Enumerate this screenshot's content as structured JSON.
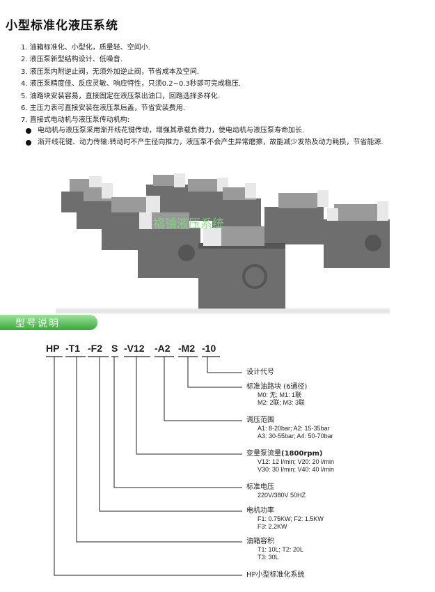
{
  "title": "小型标准化液压系统",
  "features": [
    "1. 油箱标准化、小型化，质量轻、空间小.",
    "2. 液压泵新型结构设计、低噪音.",
    "3. 液压泵内附逆止阀，无须外加逆止阀，节省成本及空间.",
    "4. 液压泵精度佳、反应灵敏、响应特性，只须0.2~0.3秒即可完成稳压.",
    "5. 油路块安装容易，直接固定在液压泵出油口，回路选择多样化.",
    "6. 主压力表可直接安装在液压泵后盖，节省安装费用.",
    "7. 直接式电动机与液压泵传动机构:"
  ],
  "bullets": [
    "电动机与液压泵采用渐开线花键传动，增强其承载负荷力，使电动机与液压泵寿命加长.",
    "渐开线花键、动力传输:转动时不产生径向推力，液压泵不会产生异常磨擦，故能减少发热及动力耗损，节省能源."
  ],
  "photo": {
    "watermark": "福镇液压系统",
    "colors": {
      "tank": "#6e6e6e",
      "tank_dark": "#555555",
      "shadow": "#bdbdbd",
      "motor": "#9a9a9a",
      "gauge": "#e8e8e8",
      "watermark": "#7fdc7f"
    }
  },
  "section_title": "型号说明",
  "code": [
    "HP",
    "-T1",
    "-F2",
    "S",
    "-V12",
    "-A2",
    "-M2",
    "-10"
  ],
  "descriptions": [
    {
      "label": "设计代号",
      "options": []
    },
    {
      "label": "标准油路块 (6通径)",
      "options": [
        "M0: 无; M1: 1联",
        "M2: 2联; M3: 3联"
      ]
    },
    {
      "label": "调压范围",
      "options": [
        "A1: 8-20bar; A2: 15-35bar",
        "A3: 30-55bar; A4: 50-70bar"
      ]
    },
    {
      "label_main": "变量泵流量",
      "label_bold": "(1800rpm)",
      "options": [
        "V12: 12 l/min; V20: 20 l/min",
        "V30: 30 l/min; V40: 40 l/min"
      ]
    },
    {
      "label": "标准电压",
      "options": [
        "220V/380V 50HZ"
      ]
    },
    {
      "label": "电机功率",
      "options": [
        "F1: 0.75KW; F2: 1.5KW",
        "F3: 2.2KW"
      ]
    },
    {
      "label": "油箱容积",
      "options": [
        "T1: 10L; T2: 20L",
        "T3: 30L"
      ]
    },
    {
      "label": "HP小型标准化系统",
      "options": []
    }
  ],
  "colors": {
    "accent_green": "#38a838",
    "line": "#222222"
  }
}
